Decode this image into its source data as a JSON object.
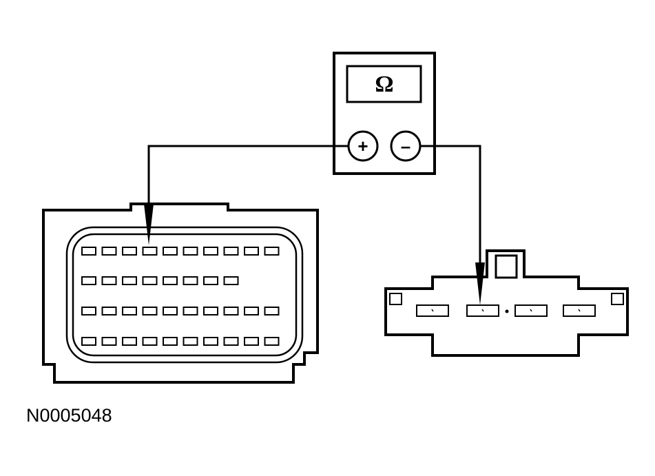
{
  "figure_id": "N0005048",
  "meter": {
    "display_symbol": "Ω",
    "positive_symbol": "+",
    "negative_symbol": "–"
  },
  "connector_a": {
    "row_pin_counts": [
      10,
      8,
      10,
      10
    ]
  },
  "connector_b": {
    "pin_count": 4
  },
  "colors": {
    "line": "#000000",
    "background": "#ffffff"
  }
}
